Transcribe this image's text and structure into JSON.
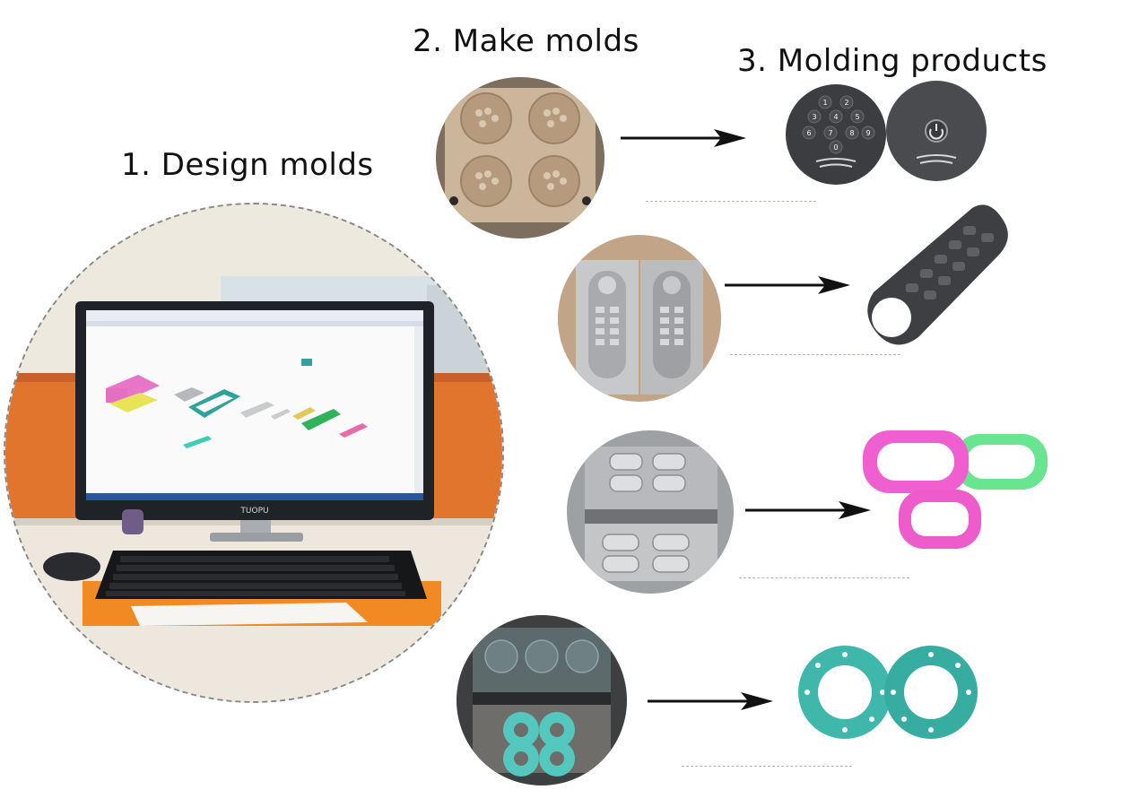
{
  "steps": {
    "design": {
      "title": "1. Design molds"
    },
    "make": {
      "title": "2. Make molds"
    },
    "molding": {
      "title": "3. Molding products"
    }
  },
  "monitor": {
    "brand": "TUOPU"
  },
  "rows": [
    {
      "mold": "wooden-keypad-mold",
      "product": "round-keypads"
    },
    {
      "mold": "metal-remote-mold",
      "product": "remote-keypad"
    },
    {
      "mold": "press-mold-rings",
      "product": "silicone-rings"
    },
    {
      "mold": "press-mold-gaskets",
      "product": "teal-gaskets"
    }
  ],
  "colors": {
    "arrow": "#111111",
    "pink": "#ef5fcf",
    "green": "#69e58f",
    "teal": "#3fb7ab",
    "keypad": "#3c3d40"
  },
  "keypad_keys": [
    "1",
    "2",
    "3",
    "4",
    "5",
    "6",
    "7",
    "8",
    "9",
    "0"
  ]
}
